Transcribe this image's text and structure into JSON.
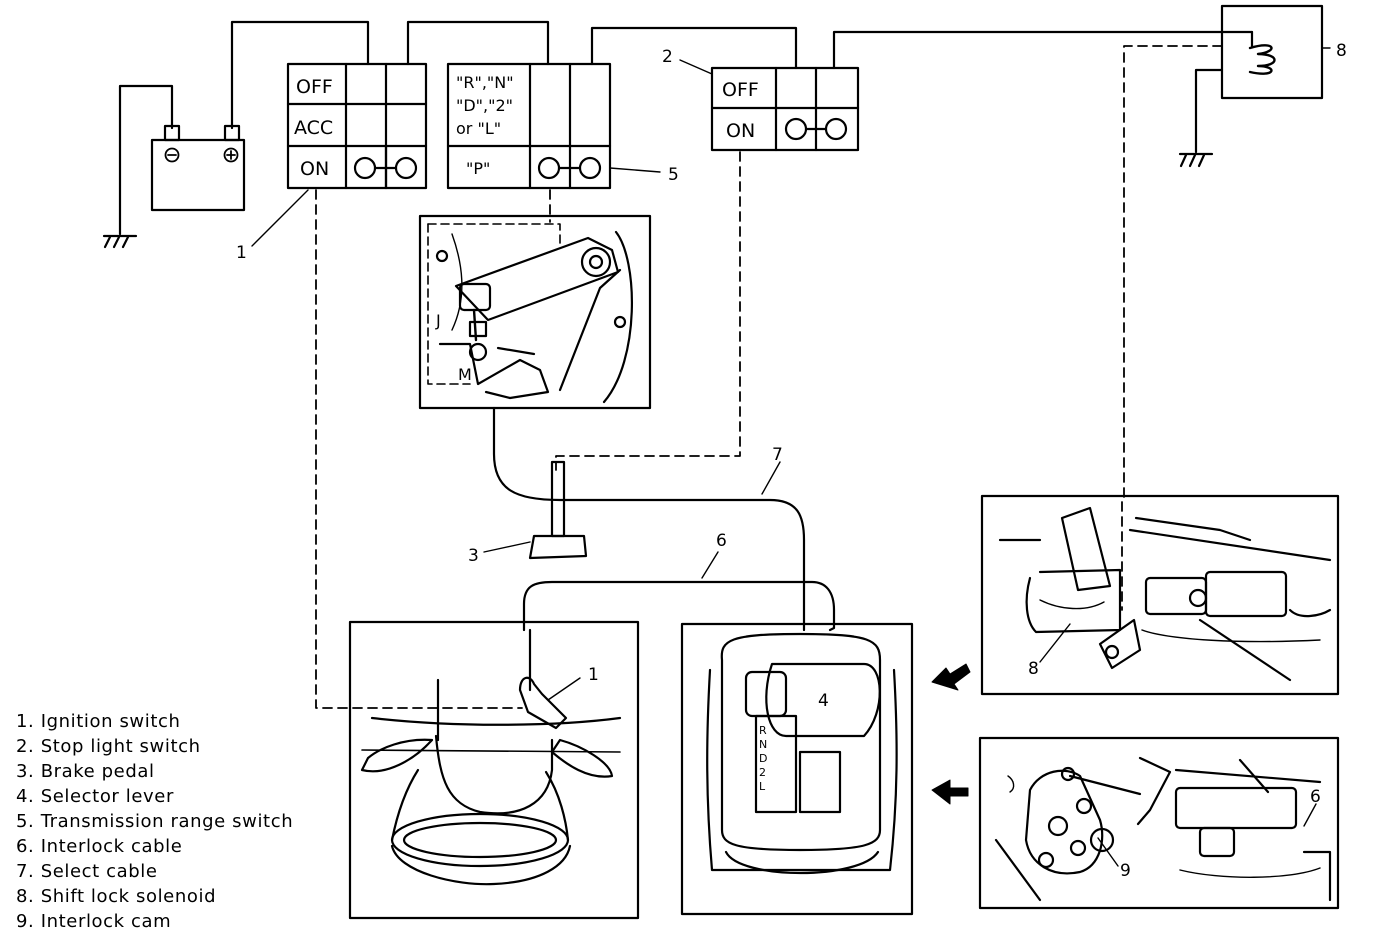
{
  "switches": {
    "ignition": {
      "rows": [
        "OFF",
        "ACC",
        "ON"
      ]
    },
    "range": {
      "row1_line1": "\"R\",\"N\"",
      "row1_line2": "\"D\",\"2\"",
      "row1_line3": "or \"L\"",
      "row2": "\"P\""
    },
    "stop_light": {
      "rows": [
        "OFF",
        "ON"
      ]
    }
  },
  "detail_labels": {
    "range_j": "J",
    "range_m": "M",
    "gate_positions": [
      "R",
      "N",
      "D",
      "2",
      "L"
    ]
  },
  "callouts": {
    "ignition": "1",
    "stop_light": "2",
    "brake_pedal": "3",
    "selector_lever": "4",
    "range_switch": "5",
    "interlock_cable": "6",
    "select_cable": "7",
    "solenoid_top": "8",
    "solenoid_detail": "8",
    "ignition_detail": "1",
    "cam_detail": "9",
    "cable_detail": "6"
  },
  "legend": [
    "1. Ignition switch",
    "2. Stop light switch",
    "3. Brake pedal",
    "4. Selector lever",
    "5. Transmission range switch",
    "6. Interlock cable",
    "7. Select cable",
    "8. Shift lock solenoid",
    "9. Interlock cam"
  ],
  "icons": {
    "battery": "battery-icon",
    "ground": "ground-icon",
    "coil": "solenoid-coil-icon",
    "arrow": "pointer-arrow-icon"
  }
}
